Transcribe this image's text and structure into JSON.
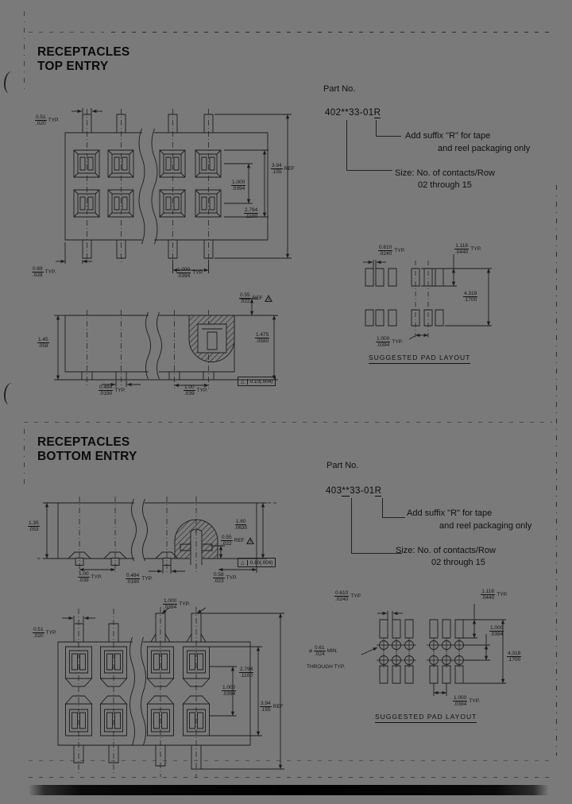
{
  "top_panel": {
    "title1": "RECEPTACLES",
    "title2": "TOP ENTRY",
    "part_label": "Part No.",
    "part_prefix": "402",
    "part_stars": "**",
    "part_mid": "33-01",
    "part_suffix": "R",
    "note_suffix_1": "Add suffix \"R\" for tape",
    "note_suffix_2": "and reel packaging only",
    "note_size_1": "Size: No. of contacts/Row",
    "note_size_2": "02 through 15",
    "top_view": {
      "pin_width": {
        "mm": "0.51",
        "in": ".020",
        "suf": "TYP."
      },
      "row_pitch": {
        "mm": "1.000",
        "in": ".0394",
        "suf": ""
      },
      "contact_span": {
        "mm": "2.794",
        "in": ".1100",
        "suf": ""
      },
      "overall": {
        "mm": "3.94",
        "in": ".155",
        "suf": "REF"
      },
      "edge_offset": {
        "mm": "0.69",
        "in": ".028",
        "suf": "TYP."
      },
      "pitch": {
        "mm": "1.000",
        "in": ".0394",
        "suf": "TYP."
      }
    },
    "side_view": {
      "standoff": {
        "mm": "0.55",
        "in": ".022",
        "suf": "REF"
      },
      "flag": "1",
      "height": {
        "mm": "1.45",
        "in": ".058",
        "suf": ""
      },
      "depth": {
        "mm": "1.475",
        "in": ".0580",
        "suf": ""
      },
      "tail_width": {
        "mm": "0.484",
        "in": ".0190",
        "suf": "TYP."
      },
      "tail_pitch": {
        "mm": "1.00",
        "in": ".039",
        "suf": "TYP."
      },
      "flat_symbol": "△",
      "flatness": "0.10(.004)"
    },
    "pad_layout": {
      "gap": {
        "mm": "0.610",
        "in": ".0240",
        "suf": "TYP."
      },
      "pad_length": {
        "mm": "1.118",
        "in": ".0440",
        "suf": "TYP."
      },
      "row_span": {
        "mm": "4.318",
        "in": ".1700",
        "suf": ""
      },
      "pitch": {
        "mm": "1.000",
        "in": ".0394",
        "suf": "TYP."
      },
      "caption": "SUGGESTED PAD LAYOUT"
    }
  },
  "bottom_panel": {
    "title1": "RECEPTACLES",
    "title2": "BOTTOM ENTRY",
    "part_label": "Part No.",
    "part_prefix": "403",
    "part_stars": "**",
    "part_mid": "33-01",
    "part_suffix": "R",
    "note_suffix_1": "Add suffix \"R\" for tape",
    "note_suffix_2": "and reel packaging only",
    "note_size_1": "Size: No. of contacts/Row",
    "note_size_2": "02 through 15",
    "side_view": {
      "height": {
        "mm": "1.35",
        "in": ".053",
        "suf": ""
      },
      "depth": {
        "mm": "1.60",
        "in": ".0630",
        "suf": ""
      },
      "standoff": {
        "mm": "0.55",
        "in": ".022",
        "suf": "REF"
      },
      "flag": "1",
      "flat_symbol": "△",
      "flatness": "0.10(.004)",
      "slot_pitch": {
        "mm": "1.00",
        "in": ".039",
        "suf": "TYP."
      },
      "slot_width": {
        "mm": "0.484",
        "in": ".0190",
        "suf": "TYP."
      },
      "tail_offset": {
        "mm": "0.58",
        "in": ".023",
        "suf": "TYP."
      }
    },
    "front_view": {
      "pitch_top": {
        "mm": "1.000",
        "in": ".0394",
        "suf": "TYP."
      },
      "pin_width": {
        "mm": "0.51",
        "in": ".020",
        "suf": "TYP."
      },
      "contact_span": {
        "mm": "2.794",
        "in": ".1100",
        "suf": ""
      },
      "row_pitch": {
        "mm": "1.000",
        "in": ".0394",
        "suf": ""
      },
      "overall": {
        "mm": "3.94",
        "in": ".155",
        "suf": "REF"
      }
    },
    "pad_layout": {
      "gap": {
        "mm": "0.610",
        "in": ".0240",
        "suf": "TYP"
      },
      "pad_length": {
        "mm": "1.118",
        "in": ".0440",
        "suf": "TYP."
      },
      "row_gap": {
        "mm": "1.000",
        "in": ".0394",
        "suf": ""
      },
      "row_span": {
        "mm": "4.318",
        "in": ".1700",
        "suf": ""
      },
      "pitch": {
        "mm": "1.000",
        "in": ".0394",
        "suf": "TYP."
      },
      "hole_dia_prefix": "ø",
      "hole": {
        "mm": "0.61",
        "in": ".024",
        "suf": "MIN."
      },
      "hole_note": "THROUGH TYP.",
      "caption": "SUGGESTED PAD LAYOUT"
    }
  }
}
